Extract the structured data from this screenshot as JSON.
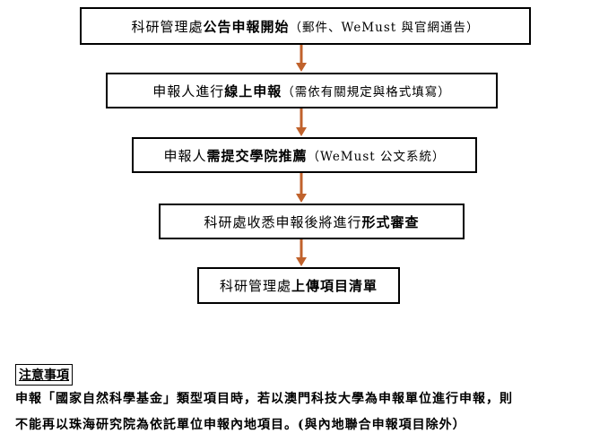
{
  "steps": [
    {
      "normal_pre": "科研管理處",
      "bold": "公告申報開始",
      "sub": "（郵件、WeMust 與官網通告）"
    },
    {
      "normal_pre": "申報人進行",
      "bold": "線上申報",
      "sub": "（需依有關規定與格式填寫）"
    },
    {
      "normal_pre": "申報人",
      "bold": "需提交學院推薦",
      "sub": "（WeMust 公文系統）"
    },
    {
      "normal_pre": "科研處收悉申報後將進行",
      "bold": "形式審查",
      "sub": ""
    },
    {
      "normal_pre": "科研管理處",
      "bold": "上傳項目清單",
      "sub": ""
    }
  ],
  "arrow_color": "#c0622c",
  "notes": {
    "title": "注意事項",
    "line1": "申報「國家自然科學基金」類型項目時，若以澳門科技大學為申報單位進行申報，則",
    "line2": "不能再以珠海研究院為依託單位申報內地項目。(與內地聯合申報項目除外）"
  }
}
